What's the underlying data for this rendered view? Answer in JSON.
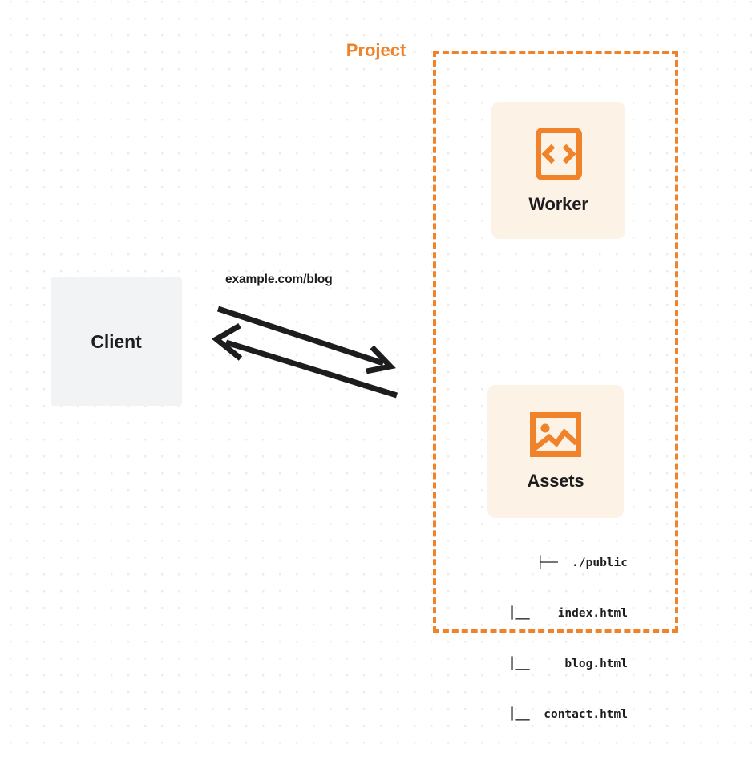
{
  "colors": {
    "accent_orange": "#f0822a",
    "card_background": "#fdf2e6",
    "client_background": "#f2f3f4",
    "text_dark": "#1d1d1f",
    "page_background": "#ffffff",
    "dot_grid": "#ececef"
  },
  "client": {
    "label": "Client"
  },
  "connection": {
    "request_label": "example.com/blog",
    "arrow_to_project": "arrow-right",
    "arrow_to_client": "arrow-left"
  },
  "project": {
    "title": "Project",
    "nodes": [
      {
        "id": "worker",
        "label": "Worker",
        "icon": "code-brackets-icon"
      },
      {
        "id": "assets",
        "label": "Assets",
        "icon": "image-icon"
      }
    ],
    "file_tree": {
      "rows": [
        "├──  ./public",
        "│__    index.html",
        "│__     blog.html",
        "│__  contact.html"
      ]
    }
  }
}
